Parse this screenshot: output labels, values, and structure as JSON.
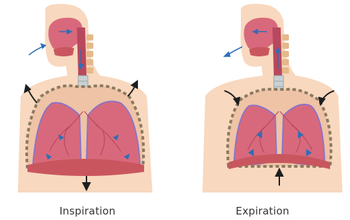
{
  "panels": [
    {
      "label": "Inspiration",
      "phase": "inhale"
    },
    {
      "label": "Expiration",
      "phase": "exhale"
    }
  ],
  "colors": {
    "skin": "#f8d8be",
    "lung": "#d8697c",
    "lung_dark": "#b8485d",
    "pleura": "#8a73c9",
    "diaphragm": "#c9565f",
    "rib": "#8b7a5e",
    "trachea": "#c9d0d4",
    "airflow": "#2e6fb8",
    "arrow": "#1e1e1e"
  }
}
